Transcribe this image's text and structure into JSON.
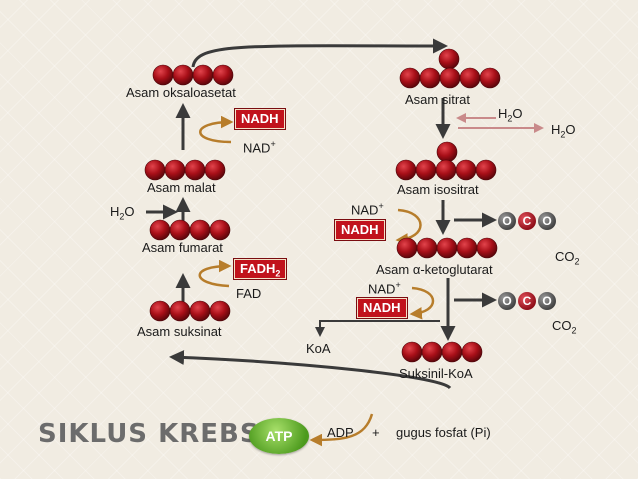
{
  "title": "SIKLUS KREBS",
  "molecules": {
    "oksaloasetat": "Asam oksaloasetat",
    "sitrat": "Asam sitrat",
    "malat": "Asam malat",
    "isositrat": "Asam isositrat",
    "fumarat": "Asam fumarat",
    "ketoglutarat": "Asam α-ketoglutarat",
    "suksinat": "Asam suksinat",
    "suksinil_koa": "Suksinil-KoA"
  },
  "cofactors": {
    "nadh": "NADH",
    "nad_base": "NAD",
    "nad_sup": "+",
    "fadh_base": "FADH",
    "fadh_sub": "2",
    "fad": "FAD",
    "atp": "ATP",
    "adp": "ADP",
    "plus": "+",
    "pi": "gugus fosfat (Pi)",
    "koa": "KoA"
  },
  "water": {
    "h": "H",
    "sub": "2",
    "o": "O"
  },
  "co2": {
    "base": "CO",
    "sub": "2",
    "o_atom": "O",
    "c_atom": "C"
  },
  "colors": {
    "bead_dark": "#7a0a12",
    "bead_light": "#d8343e",
    "arrow_dark": "#3a3a3a",
    "arrow_gold": "#b77d2b",
    "arrow_pink": "#c98a8a",
    "nadh_red": "#c1121c",
    "atp_green": "#5aa628",
    "title_grey": "#6c6c6c"
  }
}
